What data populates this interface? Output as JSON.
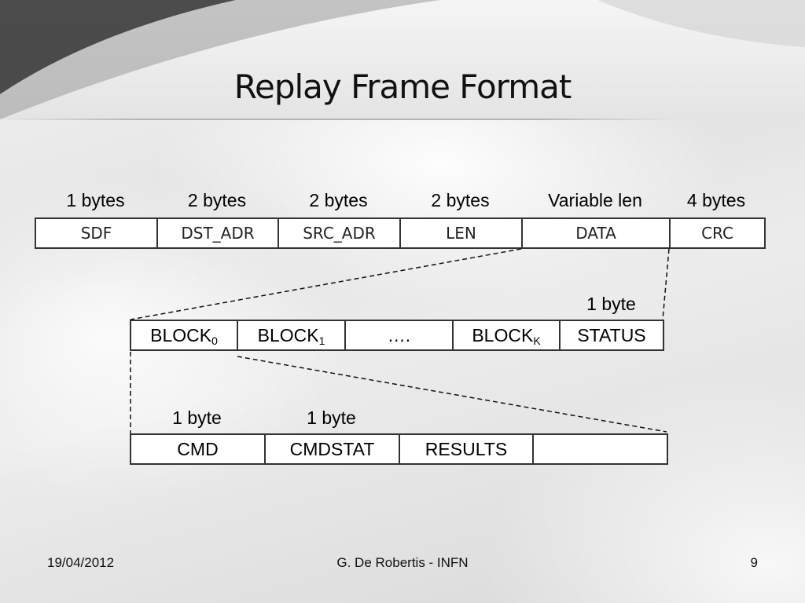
{
  "slide": {
    "title": "Replay Frame Format",
    "footer": {
      "date": "19/04/2012",
      "author": "G. De Robertis - INFN",
      "page": "9"
    }
  },
  "frame": {
    "sizes": [
      "1 bytes",
      "2 bytes",
      "2 bytes",
      "2 bytes",
      "Variable len",
      "4 bytes"
    ],
    "fields": [
      "SDF",
      "DST_ADR",
      "SRC_ADR",
      "LEN",
      "DATA",
      "CRC"
    ]
  },
  "data_field": {
    "status_size": "1 byte",
    "cells": [
      {
        "text": "BLOCK",
        "sub": "0"
      },
      {
        "text": "BLOCK",
        "sub": "1"
      },
      {
        "text": "….",
        "sub": ""
      },
      {
        "text": "BLOCK",
        "sub": "K"
      },
      {
        "text": "STATUS",
        "sub": ""
      }
    ]
  },
  "block": {
    "sizes": [
      "1 byte",
      "1 byte"
    ],
    "fields": [
      "CMD",
      "CMDSTAT",
      "RESULTS",
      ""
    ]
  }
}
